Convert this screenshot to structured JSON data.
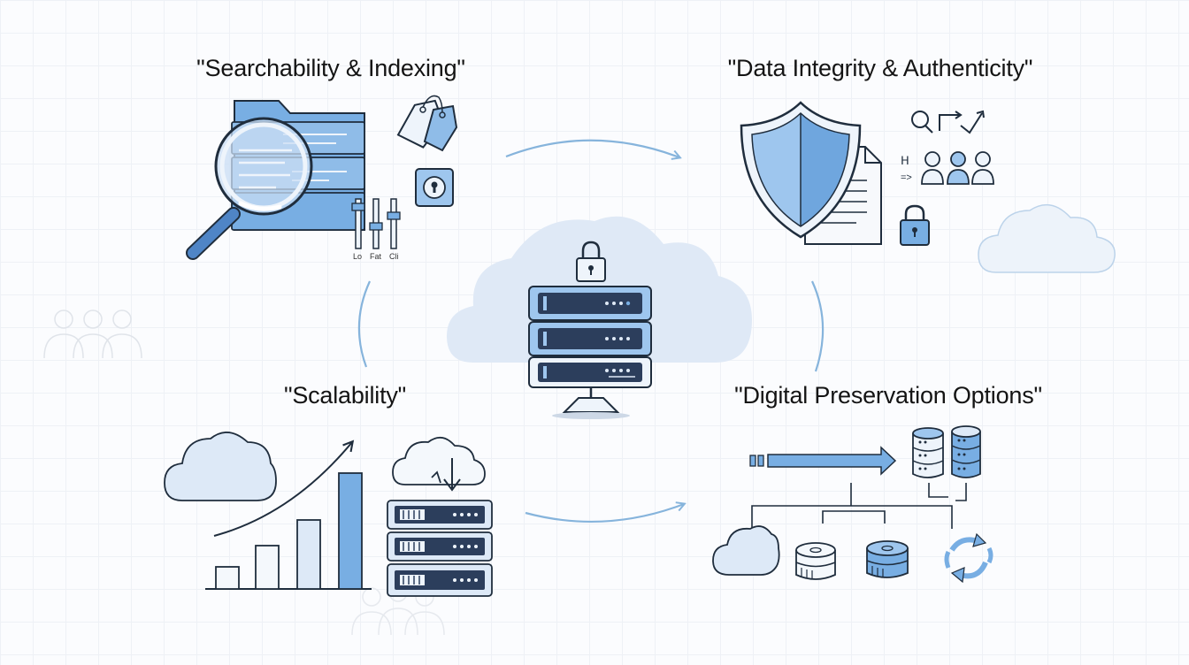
{
  "titles": {
    "searchability": "\"Searchability & Indexing\"",
    "integrity": "\"Data Integrity & Authenticity\"",
    "scalability": "\"Scalability\"",
    "preservation": "\"Digital Preservation Options\""
  },
  "slider_labels": [
    "Lo",
    "Fat",
    "Cli"
  ],
  "colors": {
    "accent": "#78aee3",
    "light_fill": "#dde9f7",
    "stroke": "#1f2d3d",
    "arrow": "#86b4dc",
    "server": "#2c3e5c"
  }
}
